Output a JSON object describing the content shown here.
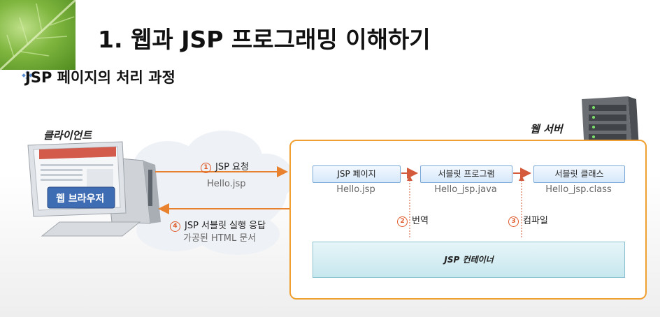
{
  "title": "1. 웹과 JSP 프로그래밍 이해하기",
  "subtitle": "JSP 페이지의 처리 과정",
  "client": {
    "label": "클라이언트",
    "browser_label": "웹 브라우저"
  },
  "server": {
    "label": "웹 서버"
  },
  "request": {
    "num": "1",
    "label": "JSP 요청",
    "file": "Hello.jsp"
  },
  "response": {
    "num": "4",
    "label": "JSP 서블릿 실행 응답",
    "detail": "가공된 HTML 문서"
  },
  "nodes": [
    {
      "label": "JSP 페이지",
      "file": "Hello.jsp"
    },
    {
      "label": "서블릿 프로그램",
      "file": "Hello_jsp.java"
    },
    {
      "label": "서블릿 클래스",
      "file": "Hello_jsp.class"
    }
  ],
  "steps": {
    "translate": {
      "num": "2",
      "label": "번역"
    },
    "compile": {
      "num": "3",
      "label": "컴파일"
    }
  },
  "container_label": "JSP  컨테이너",
  "colors": {
    "arrow": "#e8822e",
    "frame": "#f0a030",
    "node": "#d6e8fa",
    "container": "#c7e7ef"
  }
}
